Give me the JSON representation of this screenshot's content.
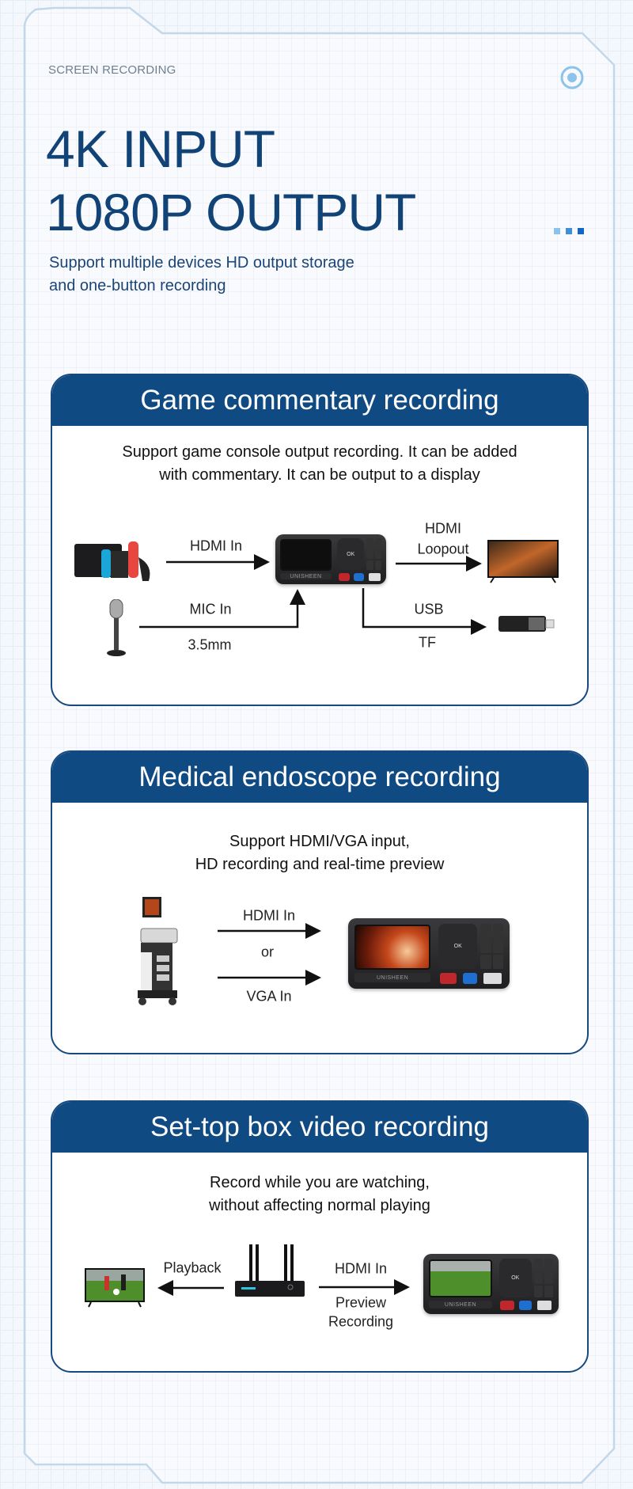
{
  "header": {
    "kicker": "SCREEN RECORDING",
    "title_line1": "4K INPUT",
    "title_line2": "1080P OUTPUT",
    "subtitle_line1": "Support multiple devices HD output storage",
    "subtitle_line2": "and one-button recording"
  },
  "device": {
    "brand": "UNISHEEN",
    "ok": "OK"
  },
  "cards": [
    {
      "title": "Game commentary recording",
      "desc_line1": "Support game console output recording. It can be added",
      "desc_line2": "with commentary. It can be output to a display",
      "labels": {
        "hdmi_in": "HDMI In",
        "hdmi": "HDMI",
        "loopout": "Loopout",
        "mic_in": "MIC In",
        "mm": "3.5mm",
        "usb": "USB",
        "tf": "TF"
      }
    },
    {
      "title": "Medical endoscope recording",
      "desc_line1": "Support HDMI/VGA input,",
      "desc_line2": "HD recording and real-time preview",
      "labels": {
        "hdmi_in": "HDMI In",
        "or": "or",
        "vga_in": "VGA In"
      }
    },
    {
      "title": "Set-top box video recording",
      "desc_line1": "Record while you are watching,",
      "desc_line2": "without affecting normal playing",
      "labels": {
        "playback": "Playback",
        "hdmi_in": "HDMI In",
        "preview": "Preview",
        "recording": "Recording"
      }
    }
  ],
  "colors": {
    "brand_blue": "#0f4a83",
    "frame": "#c3d7ea"
  }
}
